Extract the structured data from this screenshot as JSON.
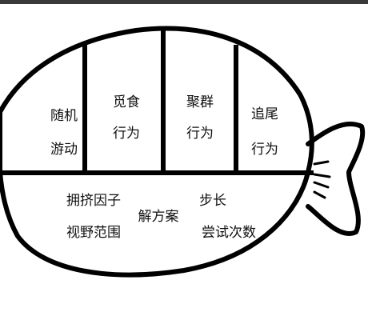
{
  "colors": {
    "background": "#ffffff",
    "stroke": "#000000",
    "text": "#111111",
    "top_bar": "#3a3a3a"
  },
  "upper_sections": [
    {
      "line1": "随机",
      "line2": "游动"
    },
    {
      "line1": "觅食",
      "line2": "行为"
    },
    {
      "line1": "聚群",
      "line2": "行为"
    },
    {
      "line1": "追尾",
      "line2": "行为"
    }
  ],
  "lower_labels": {
    "crowding_factor": "拥挤因子",
    "visual_range": "视野范围",
    "solution": "解方案",
    "step_length": "步长",
    "try_number": "尝试次数"
  }
}
